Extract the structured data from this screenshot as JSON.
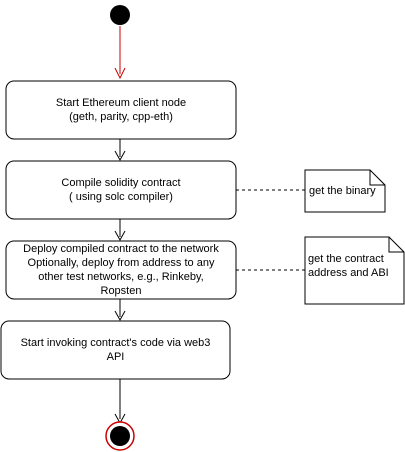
{
  "diagram": {
    "steps": [
      {
        "text": "Start Ethereum client node\n(geth, parity, cpp-eth)"
      },
      {
        "text": "Compile solidity contract\n( using solc compiler)"
      },
      {
        "text": "Deploy compiled contract to the network\nOptionally, deploy from address to any\nother test networks, e.g., Rinkeby,\nRopsten"
      },
      {
        "text": "Start invoking contract's code via web3\nAPI"
      }
    ],
    "notes": [
      {
        "text": "get the binary"
      },
      {
        "text": "get the contract\naddress and ABI"
      }
    ],
    "colors": {
      "start_arrow": "#cc0000",
      "end_ring": "#cc0000",
      "node_fill": "#000000",
      "stroke": "#000000"
    }
  }
}
